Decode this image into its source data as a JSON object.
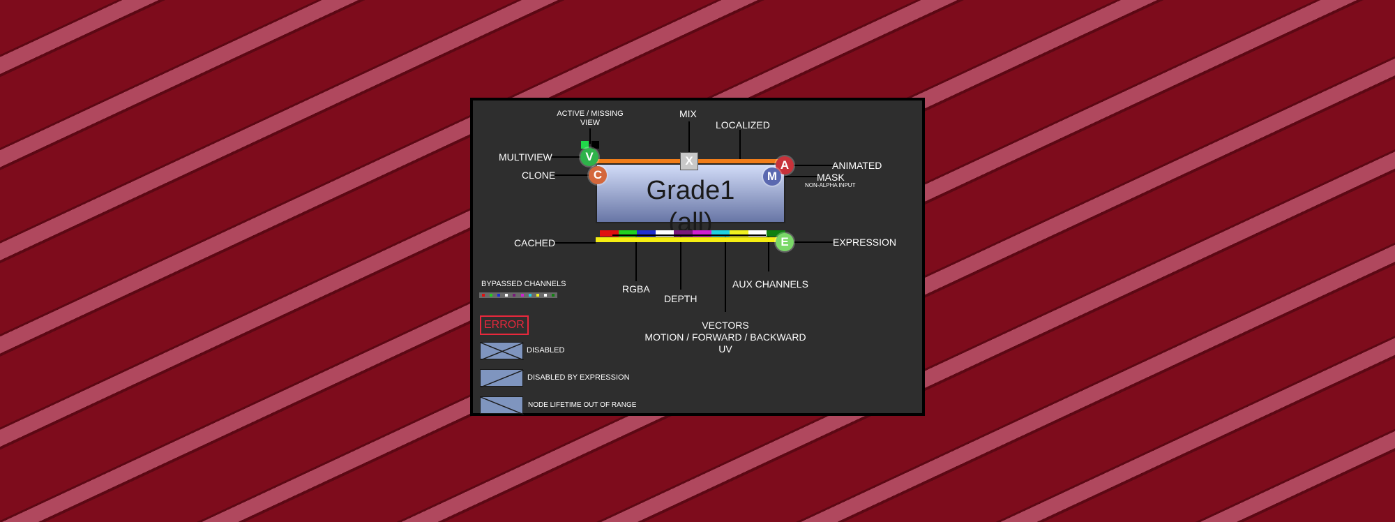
{
  "node": {
    "title": "Grade1",
    "subtitle": "(all)"
  },
  "labels": {
    "active_missing": "ACTIVE / MISSING",
    "view": "VIEW",
    "mix": "MIX",
    "localized": "LOCALIZED",
    "multiview": "MULTIVIEW",
    "clone": "CLONE",
    "animated": "ANIMATED",
    "mask": "MASK",
    "non_alpha_input": "NON-ALPHA INPUT",
    "cached": "CACHED",
    "expression": "EXPRESSION",
    "rgba": "RGBA",
    "depth": "DEPTH",
    "aux_channels": "AUX CHANNELS",
    "vectors": "VECTORS",
    "motion": "MOTION / FORWARD / BACKWARD",
    "uv": "UV",
    "bypassed_channels": "BYPASSED CHANNELS",
    "error": "ERROR",
    "disabled": "DISABLED",
    "disabled_by_expression": "DISABLED BY EXPRESSION",
    "node_lifetime": "NODE LIFETIME OUT OF RANGE"
  },
  "badges": {
    "multiview": "V",
    "clone": "C",
    "mix": "X",
    "animated": "A",
    "mask": "M",
    "expression": "E"
  },
  "colors": {
    "background": "#7e0c1c",
    "panel": "#2e2e2e",
    "localized_bar": "#f07d1a",
    "cached_bar": "#f5ee12",
    "error": "#e8283c",
    "multiview_badge": "#2fb24a",
    "clone_badge": "#d4673c",
    "animated_badge": "#c8323a",
    "mask_badge": "#5a68b0",
    "expression_badge": "#7ad868",
    "channel_colors": [
      "#e01010",
      "#20d020",
      "#2030d0",
      "#ffffff",
      "#7a1a7a",
      "#d020d0",
      "#20d0e0",
      "#f0f020",
      "#ffffff",
      "#108010"
    ]
  }
}
